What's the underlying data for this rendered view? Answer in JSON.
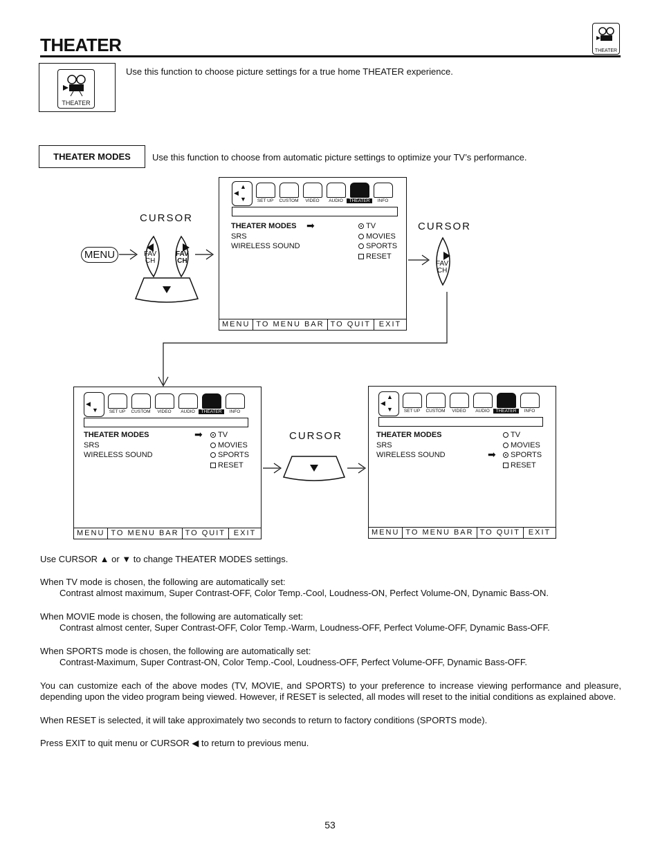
{
  "header": {
    "title": "THEATER",
    "corner_icon_label": "THEATER",
    "corner_icon": "theater-projector-icon"
  },
  "intro": {
    "icon_label": "THEATER",
    "text": "Use this function to choose picture settings for a true home THEATER experience."
  },
  "theater_modes": {
    "label": "THEATER MODES",
    "text": "Use this function to choose from automatic picture settings to optimize your TV’s performance."
  },
  "menu_bar": {
    "items": [
      "SET UP",
      "CUSTOM",
      "VIDEO",
      "AUDIO",
      "THEATER",
      "INFO"
    ]
  },
  "menu_rows": [
    "THEATER MODES",
    "SRS",
    "WIRELESS SOUND"
  ],
  "options": [
    "TV",
    "MOVIES",
    "SPORTS",
    "RESET"
  ],
  "footer": [
    "MENU",
    "TO MENU BAR",
    "TO QUIT",
    "EXIT"
  ],
  "controls": {
    "cursor": "CURSOR",
    "menu": "MENU",
    "fav": "FAV",
    "ch": "CH"
  },
  "screens": {
    "top": {
      "selected_option": "TV"
    },
    "bottom_left": {
      "selected_option": "TV"
    },
    "bottom_right": {
      "selected_option": "SPORTS"
    }
  },
  "body": {
    "p1": "Use CURSOR ▲ or ▼ to change THEATER MODES settings.",
    "p2": "When TV mode is chosen, the following are automatically set:",
    "p2b": "Contrast almost maximum, Super Contrast-OFF, Color Temp.-Cool, Loudness-ON, Perfect Volume-ON, Dynamic Bass-ON.",
    "p3": "When MOVIE mode is chosen, the following are automatically set:",
    "p3b": "Contrast almost center, Super Contrast-OFF, Color Temp.-Warm, Loudness-OFF, Perfect Volume-OFF, Dynamic Bass-OFF.",
    "p4": "When SPORTS mode is chosen, the following are automatically set:",
    "p4b": "Contrast-Maximum, Super Contrast-ON, Color Temp.-Cool, Loudness-OFF, Perfect Volume-OFF, Dynamic Bass-OFF.",
    "p5": "You can customize each of the above modes (TV, MOVIE, and SPORTS) to your preference to increase viewing performance and pleasure, depending upon the video program being viewed. However, if RESET is selected, all modes will reset to the initial conditions as explained above.",
    "p6": "When RESET is selected, it will take approximately two seconds to return to factory conditions (SPORTS mode).",
    "p7": "Press EXIT to quit menu or CURSOR ◀ to return to previous menu."
  },
  "page_number": "53"
}
